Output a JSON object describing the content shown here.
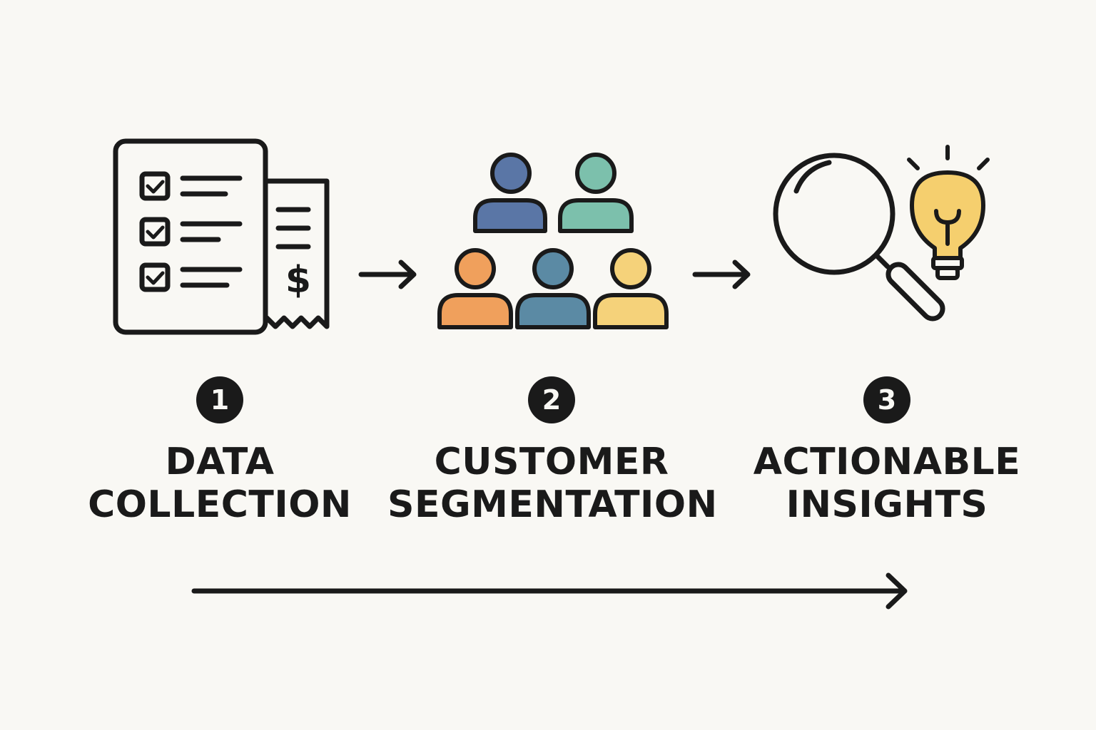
{
  "colors": {
    "ink": "#1a1a1a",
    "background": "#f9f8f4",
    "person_blue": "#5a76a6",
    "person_teal": "#7cc0ac",
    "person_orange": "#f0a05c",
    "person_slate": "#5b8aa4",
    "person_yellow": "#f5d27a",
    "bulb_yellow": "#f5cf6e"
  },
  "steps": [
    {
      "number": "1",
      "title_line1": "DATA",
      "title_line2": "COLLECTION",
      "icon": "checklist-and-receipt-icon"
    },
    {
      "number": "2",
      "title_line1": "CUSTOMER",
      "title_line2": "SEGMENTATION",
      "icon": "people-group-icon"
    },
    {
      "number": "3",
      "title_line1": "ACTIONABLE",
      "title_line2": "INSIGHTS",
      "icon": "magnifier-and-lightbulb-icon"
    }
  ],
  "receipt_symbol": "$",
  "connectors": [
    "arrow-right-icon",
    "arrow-right-icon"
  ],
  "timeline": "long-arrow-right-icon"
}
